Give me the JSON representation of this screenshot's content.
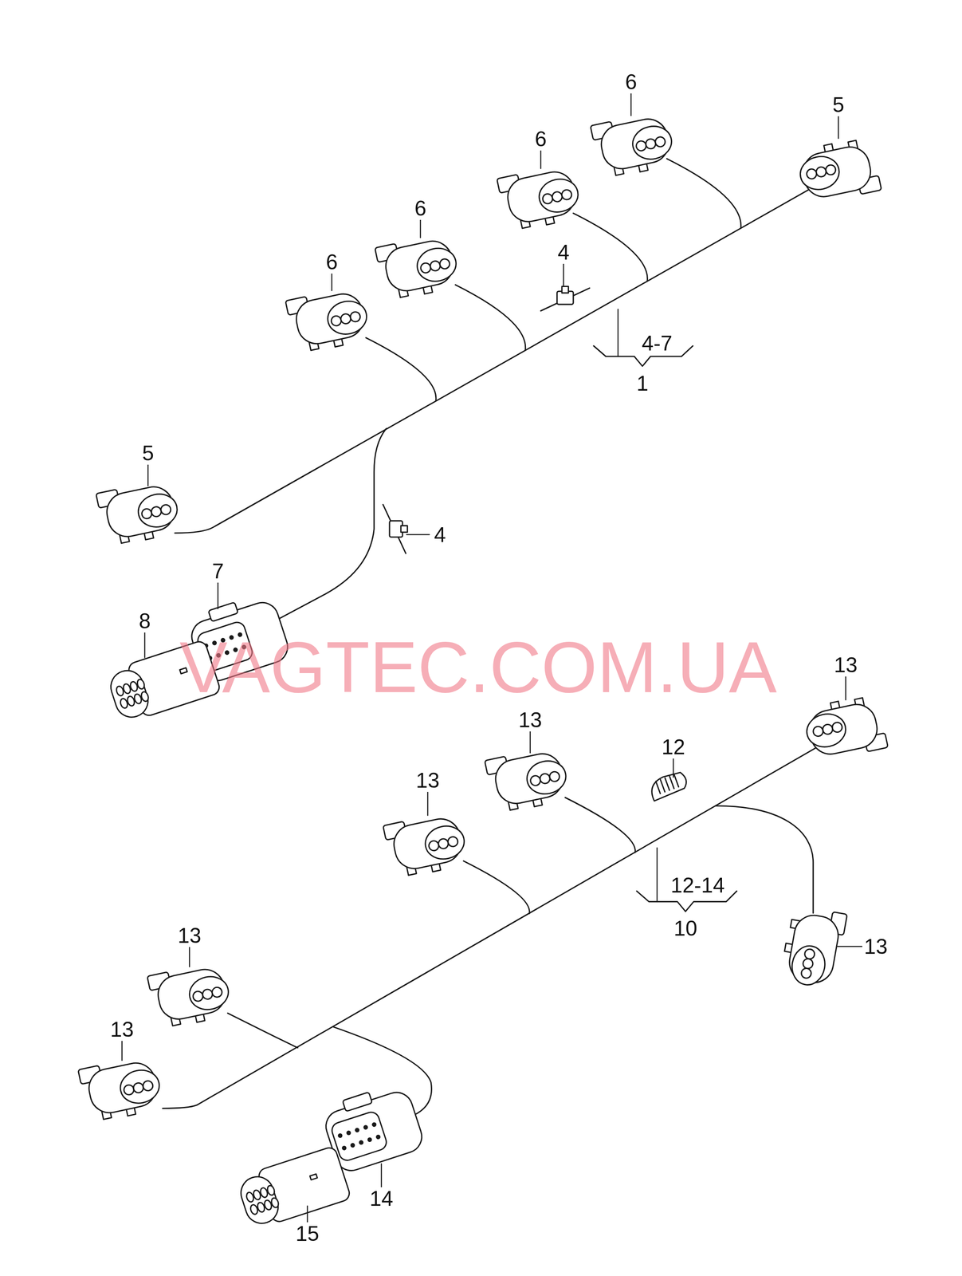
{
  "diagram": {
    "labels": [
      "6",
      "5",
      "6",
      "6",
      "4",
      "6",
      "4-7",
      "1",
      "5",
      "4",
      "7",
      "8",
      "VAGTEC.COM.UA",
      "13",
      "13",
      "12",
      "13",
      "12-14",
      "10",
      "13",
      "13",
      "13",
      "14",
      "15"
    ]
  }
}
